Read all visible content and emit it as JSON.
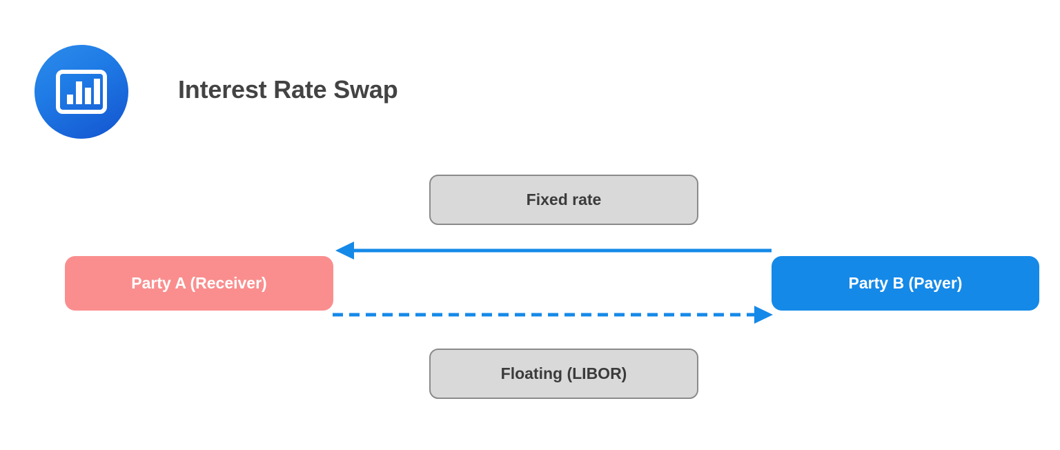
{
  "header": {
    "title": "Interest Rate Swap",
    "logo_icon": "bar-chart-icon",
    "logo_gradient_from": "#2d8bea",
    "logo_gradient_to": "#1353cf"
  },
  "diagram": {
    "type": "flow-diagram",
    "background": "#ffffff",
    "nodes": [
      {
        "id": "party-a",
        "label": "Party A (Receiver)",
        "fill": "#fa8e8e",
        "text_color": "#ffffff"
      },
      {
        "id": "party-b",
        "label": "Party B (Payer)",
        "fill": "#1589e8",
        "text_color": "#ffffff"
      }
    ],
    "edge_labels": [
      {
        "id": "fixed-rate",
        "label": "Fixed rate",
        "fill": "#d9d9d9",
        "border": "#8a8a8a",
        "text_color": "#3b3b3b"
      },
      {
        "id": "floating-libor",
        "label": "Floating (LIBOR)",
        "fill": "#d9d9d9",
        "border": "#8a8a8a",
        "text_color": "#3b3b3b"
      }
    ],
    "edges": [
      {
        "id": "fixed-rate-flow",
        "from": "party-b",
        "to": "party-a",
        "style": "solid",
        "direction": "left",
        "color": "#1589e8",
        "label_ref": "fixed-rate"
      },
      {
        "id": "floating-flow",
        "from": "party-a",
        "to": "party-b",
        "style": "dashed",
        "direction": "right",
        "color": "#1589e8",
        "label_ref": "floating-libor"
      }
    ]
  }
}
